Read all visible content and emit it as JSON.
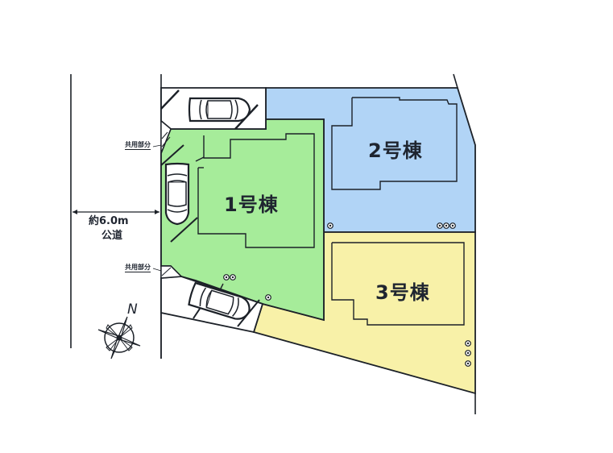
{
  "site_plan": {
    "road": {
      "width_label": "約6.0m",
      "type_label": "公道"
    },
    "shared_areas": [
      {
        "label": "共用部分"
      },
      {
        "label": "共用部分"
      }
    ],
    "buildings": [
      {
        "id": 1,
        "label": "1号棟",
        "color": "#a6ec9a"
      },
      {
        "id": 2,
        "label": "2号棟",
        "color": "#b1d4f6"
      },
      {
        "id": 3,
        "label": "3号棟",
        "color": "#f8f1a8"
      }
    ],
    "compass": {
      "north_label": "N"
    },
    "colors": {
      "line": "#1c2128",
      "lot1": "#a6ec9a",
      "lot2": "#b1d4f6",
      "lot3": "#f8f1a8",
      "background": "#ffffff"
    }
  }
}
